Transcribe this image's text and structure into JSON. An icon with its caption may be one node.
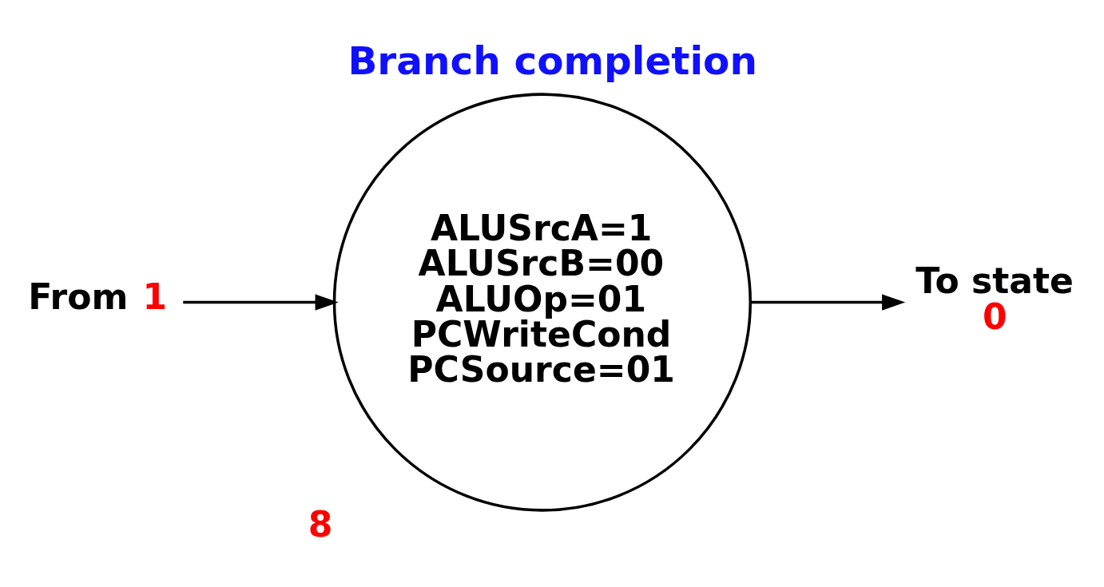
{
  "diagram": {
    "title": "Branch completion",
    "nodes": [
      {
        "text": [
          "From",
          "1"
        ]
      },
      {
        "text": [
          "ALUSrcA=1",
          "ALUSrcB=00",
          "ALUOp=01",
          "PCWriteCond",
          "PCSource=01"
        ],
        "beside": [
          "8"
        ]
      },
      {
        "text": [
          "To state",
          "0"
        ]
      }
    ],
    "edges": [
      {
        "from": 0,
        "to": 1,
        "arrow": "to"
      },
      {
        "from": 1,
        "to": 2,
        "arrow": "to"
      }
    ]
  }
}
